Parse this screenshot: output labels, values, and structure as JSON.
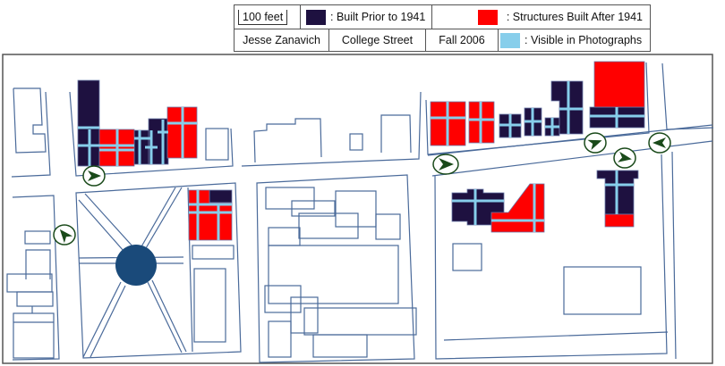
{
  "legend": {
    "scale_label": "100 feet",
    "built_prior": "Built Prior to 1941",
    "built_after": "Structures Built After 1941",
    "visible": "Visible in Photographs",
    "author": "Jesse Zanavich",
    "street": "College Street",
    "date": "Fall 2006",
    "colors": {
      "prior": "#1e1140",
      "after": "#ff0000",
      "visible": "#87ceeb"
    }
  },
  "map": {
    "icons": [
      "camera-direction-arrow-icon"
    ]
  }
}
